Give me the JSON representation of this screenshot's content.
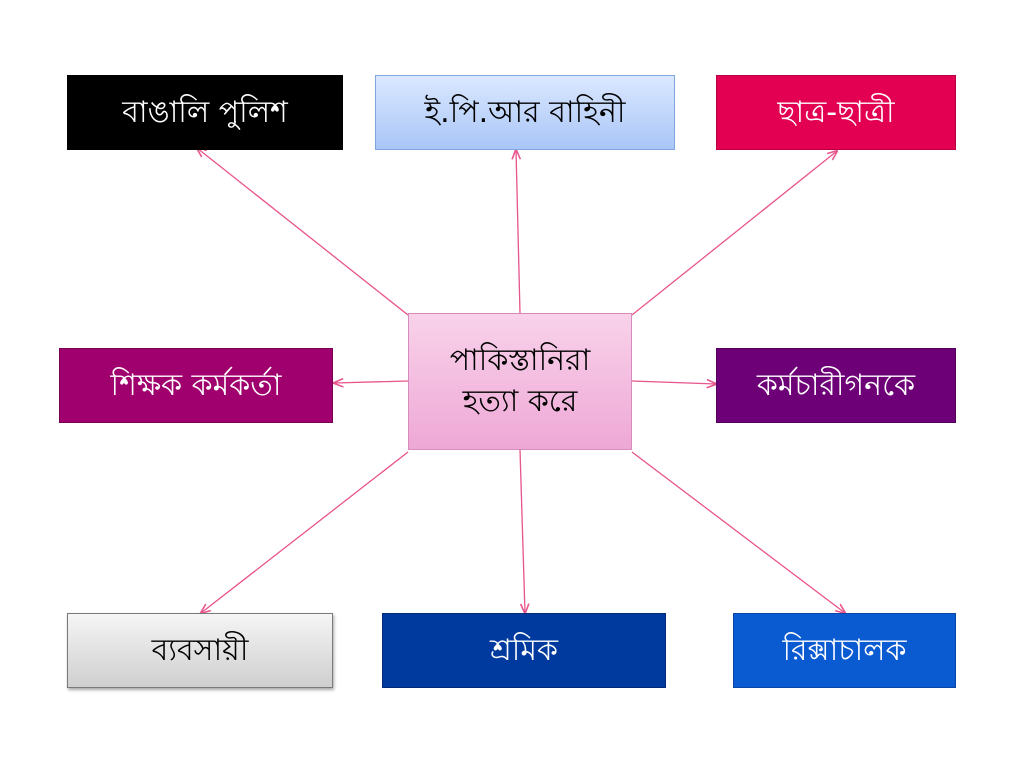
{
  "center": {
    "line1": "পাকিস্তানিরা",
    "line2": "হত্যা করে"
  },
  "nodes": {
    "bangali_police": "বাঙালি পুলিশ",
    "epr": "ই.পি.আর বাহিনী",
    "students": "ছাত্র-ছাত্রী",
    "teachers": "শিক্ষক কর্মকর্তা",
    "employees": "কর্মচারীগনকে",
    "businessmen": "ব্যবসায়ী",
    "workers": "শ্রমিক",
    "rickshaw": "রিক্সাচালক"
  },
  "colors": {
    "arrow": "#e8548c",
    "bangali_police": "#000000",
    "epr": "#a9c6f7",
    "students": "#e30052",
    "teachers": "#a0006e",
    "employees": "#6e0077",
    "businessmen": "#cfcfcf",
    "workers": "#003a9e",
    "rickshaw": "#0a5ad2",
    "center": "#eea8d6"
  }
}
